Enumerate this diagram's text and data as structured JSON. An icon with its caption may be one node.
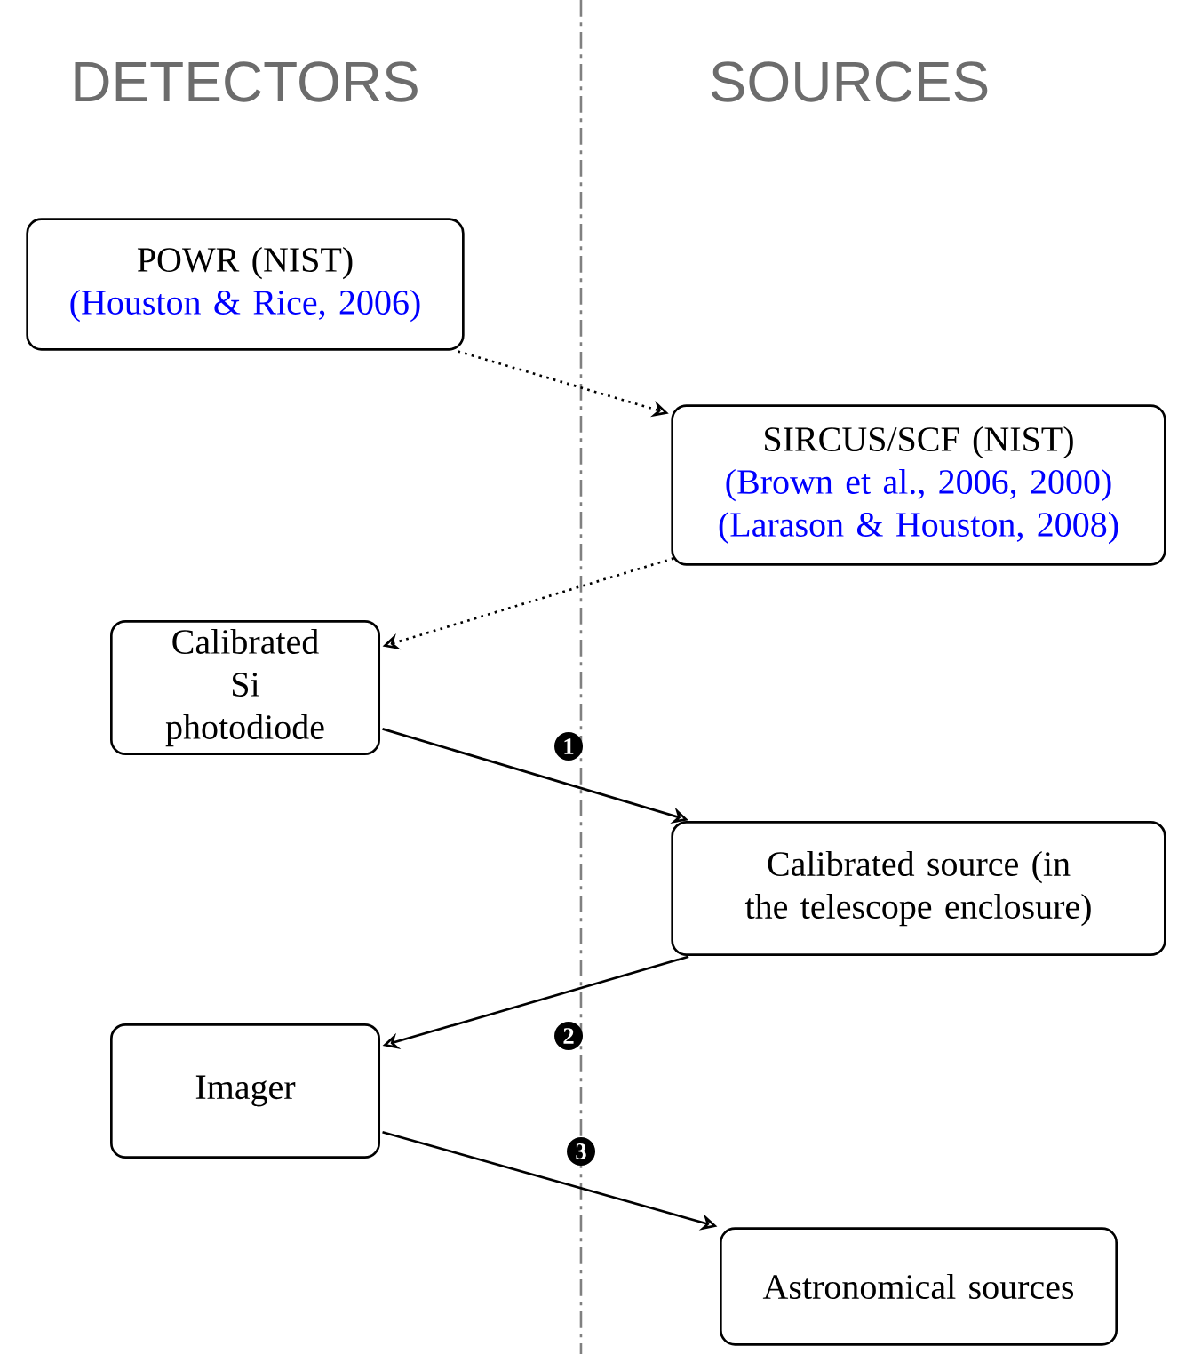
{
  "diagram": {
    "nodes": [
      {
        "text": [
          "POWR (NIST)",
          "(Houston & Rice, 2006)"
        ]
      },
      {
        "text": [
          "SIRCUS/SCF (NIST)",
          "(Brown et al., 2006, 2000)",
          "(Larason & Houston, 2008)"
        ]
      },
      {
        "text": [
          "Calibrated Si photodiode"
        ]
      },
      {
        "text": [
          "Calibrated source (in the telescope enclosure)"
        ]
      },
      {
        "text": [
          "Imager"
        ]
      },
      {
        "text": [
          "Astronomical sources"
        ]
      }
    ],
    "edges": [
      {
        "from": 0,
        "to": 1,
        "arrow": "to",
        "style": "dashed"
      },
      {
        "from": 1,
        "to": 2,
        "arrow": "to",
        "style": "dashed"
      },
      {
        "from": 2,
        "to": 3,
        "arrow": "to",
        "label": "1"
      },
      {
        "from": 3,
        "to": 4,
        "arrow": "to",
        "label": "2"
      },
      {
        "from": 4,
        "to": 5,
        "arrow": "to",
        "label": "3"
      }
    ],
    "labels": [
      "DETECTORS",
      "SOURCES"
    ]
  }
}
